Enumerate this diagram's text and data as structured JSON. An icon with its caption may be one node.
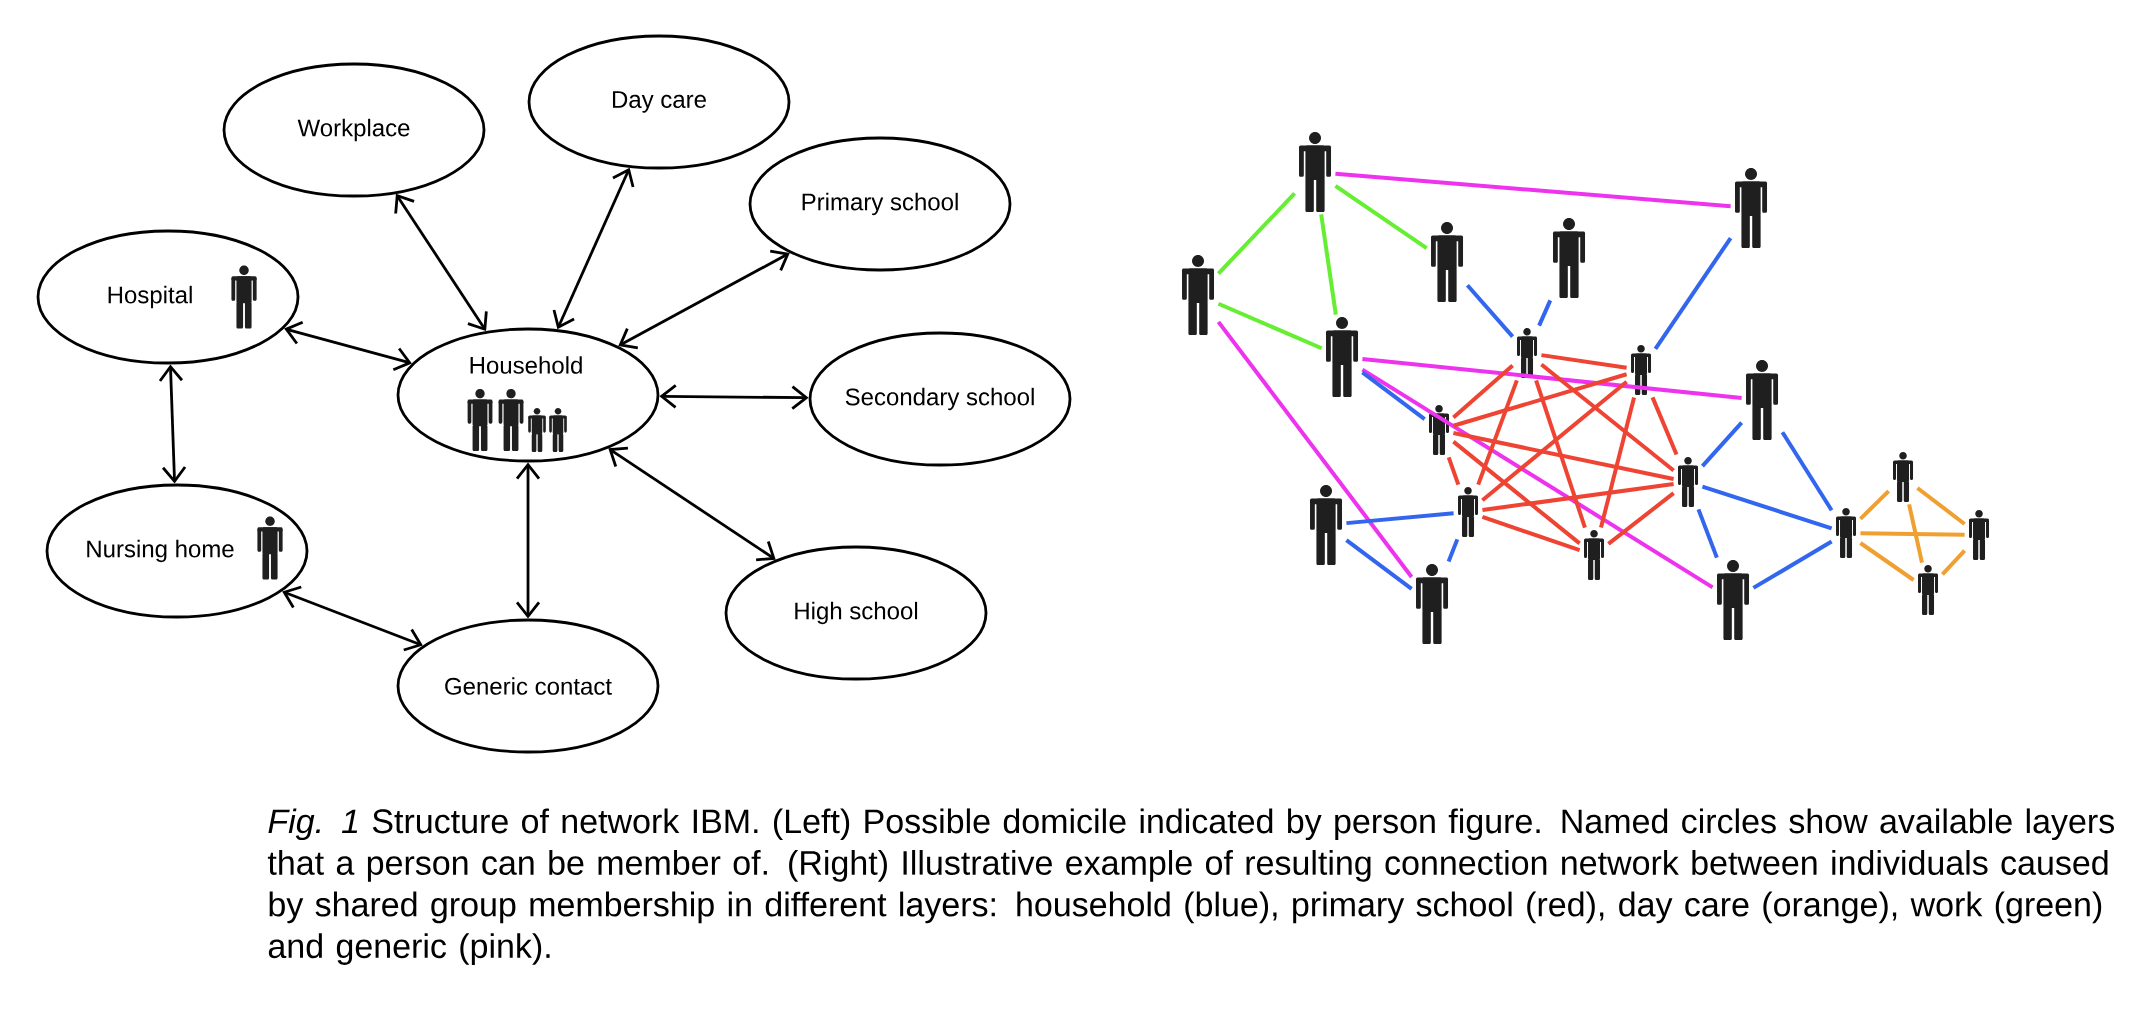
{
  "diagram": {
    "caption": "*Fig. 1* Structure of network IBM. (Left) Possible domicile indicated by person figure. Named circles show available layers that a person can be member of. (Right) Illustrative example of resulting connection network between individuals caused by shared group membership in different layers: household (blue), primary school (red), day care (orange), work (green) and generic (pink).",
    "nodes": [
      {
        "text": [
          "Day care"
        ]
      },
      {
        "text": [
          "Workplace"
        ]
      },
      {
        "text": [
          "Primary school"
        ]
      },
      {
        "text": [
          "Hospital"
        ]
      },
      {
        "text": [
          "Household"
        ]
      },
      {
        "text": [
          "Secondary school"
        ]
      },
      {
        "text": [
          "Nursing home"
        ]
      },
      {
        "text": [
          "High school"
        ]
      },
      {
        "text": [
          "Generic contact"
        ]
      },
      {
        "text": [],
        "shape": "person"
      },
      {
        "text": [],
        "shape": "person"
      },
      {
        "text": [],
        "shape": "person"
      },
      {
        "text": [],
        "shape": "person"
      },
      {
        "text": [],
        "shape": "person"
      },
      {
        "text": [],
        "shape": "person"
      },
      {
        "text": [],
        "shape": "person"
      },
      {
        "text": [],
        "shape": "person"
      },
      {
        "text": [],
        "shape": "person"
      },
      {
        "text": [],
        "shape": "person"
      },
      {
        "text": [],
        "shape": "person"
      },
      {
        "text": [],
        "shape": "person"
      },
      {
        "text": [],
        "shape": "person"
      },
      {
        "text": [],
        "shape": "person"
      },
      {
        "text": [],
        "shape": "person"
      },
      {
        "text": [],
        "shape": "person"
      },
      {
        "text": [],
        "shape": "person"
      },
      {
        "text": [],
        "shape": "person"
      },
      {
        "text": [],
        "shape": "person"
      },
      {
        "text": [],
        "shape": "person"
      }
    ],
    "edges": [
      {
        "from": 1,
        "to": 4,
        "arrow": "both",
        "color": "#000000"
      },
      {
        "from": 0,
        "to": 4,
        "arrow": "both",
        "color": "#000000"
      },
      {
        "from": 2,
        "to": 4,
        "arrow": "both",
        "color": "#000000"
      },
      {
        "from": 3,
        "to": 4,
        "arrow": "both",
        "color": "#000000"
      },
      {
        "from": 4,
        "to": 5,
        "arrow": "both",
        "color": "#000000"
      },
      {
        "from": 4,
        "to": 7,
        "arrow": "both",
        "color": "#000000"
      },
      {
        "from": 4,
        "to": 8,
        "arrow": "both",
        "color": "#000000"
      },
      {
        "from": 3,
        "to": 6,
        "arrow": "both",
        "color": "#000000"
      },
      {
        "from": 6,
        "to": 8,
        "arrow": "both",
        "color": "#000000"
      },
      {
        "from": 9,
        "to": 13,
        "arrow": "none",
        "color": "#66ee33"
      },
      {
        "from": 9,
        "to": 15,
        "arrow": "none",
        "color": "#66ee33"
      },
      {
        "from": 9,
        "to": 12,
        "arrow": "none",
        "color": "#66ee33"
      },
      {
        "from": 13,
        "to": 15,
        "arrow": "none",
        "color": "#66ee33"
      },
      {
        "from": 9,
        "to": 10,
        "arrow": "none",
        "color": "#ee33ee"
      },
      {
        "from": 13,
        "to": 27,
        "arrow": "none",
        "color": "#ee33ee"
      },
      {
        "from": 15,
        "to": 17,
        "arrow": "none",
        "color": "#ee33ee"
      },
      {
        "from": 15,
        "to": 28,
        "arrow": "none",
        "color": "#ee33ee"
      },
      {
        "from": 12,
        "to": 14,
        "arrow": "none",
        "color": "#3366ee"
      },
      {
        "from": 11,
        "to": 14,
        "arrow": "none",
        "color": "#3366ee"
      },
      {
        "from": 15,
        "to": 18,
        "arrow": "none",
        "color": "#3366ee"
      },
      {
        "from": 22,
        "to": 21,
        "arrow": "none",
        "color": "#3366ee"
      },
      {
        "from": 22,
        "to": 27,
        "arrow": "none",
        "color": "#3366ee"
      },
      {
        "from": 27,
        "to": 21,
        "arrow": "none",
        "color": "#3366ee"
      },
      {
        "from": 10,
        "to": 16,
        "arrow": "none",
        "color": "#3366ee"
      },
      {
        "from": 20,
        "to": 17,
        "arrow": "none",
        "color": "#3366ee"
      },
      {
        "from": 20,
        "to": 23,
        "arrow": "none",
        "color": "#3366ee"
      },
      {
        "from": 20,
        "to": 28,
        "arrow": "none",
        "color": "#3366ee"
      },
      {
        "from": 17,
        "to": 23,
        "arrow": "none",
        "color": "#3366ee"
      },
      {
        "from": 28,
        "to": 23,
        "arrow": "none",
        "color": "#3366ee"
      },
      {
        "from": 14,
        "to": 16,
        "arrow": "none",
        "color": "#ee4433"
      },
      {
        "from": 14,
        "to": 18,
        "arrow": "none",
        "color": "#ee4433"
      },
      {
        "from": 14,
        "to": 21,
        "arrow": "none",
        "color": "#ee4433"
      },
      {
        "from": 14,
        "to": 25,
        "arrow": "none",
        "color": "#ee4433"
      },
      {
        "from": 14,
        "to": 20,
        "arrow": "none",
        "color": "#ee4433"
      },
      {
        "from": 16,
        "to": 18,
        "arrow": "none",
        "color": "#ee4433"
      },
      {
        "from": 16,
        "to": 21,
        "arrow": "none",
        "color": "#ee4433"
      },
      {
        "from": 16,
        "to": 25,
        "arrow": "none",
        "color": "#ee4433"
      },
      {
        "from": 16,
        "to": 20,
        "arrow": "none",
        "color": "#ee4433"
      },
      {
        "from": 18,
        "to": 21,
        "arrow": "none",
        "color": "#ee4433"
      },
      {
        "from": 18,
        "to": 25,
        "arrow": "none",
        "color": "#ee4433"
      },
      {
        "from": 18,
        "to": 20,
        "arrow": "none",
        "color": "#ee4433"
      },
      {
        "from": 21,
        "to": 25,
        "arrow": "none",
        "color": "#ee4433"
      },
      {
        "from": 21,
        "to": 20,
        "arrow": "none",
        "color": "#ee4433"
      },
      {
        "from": 25,
        "to": 20,
        "arrow": "none",
        "color": "#ee4433"
      },
      {
        "from": 23,
        "to": 19,
        "arrow": "none",
        "color": "#f0a030"
      },
      {
        "from": 23,
        "to": 24,
        "arrow": "none",
        "color": "#f0a030"
      },
      {
        "from": 23,
        "to": 26,
        "arrow": "none",
        "color": "#f0a030"
      },
      {
        "from": 19,
        "to": 24,
        "arrow": "none",
        "color": "#f0a030"
      },
      {
        "from": 19,
        "to": 26,
        "arrow": "none",
        "color": "#f0a030"
      },
      {
        "from": 24,
        "to": 26,
        "arrow": "none",
        "color": "#f0a030"
      }
    ]
  }
}
